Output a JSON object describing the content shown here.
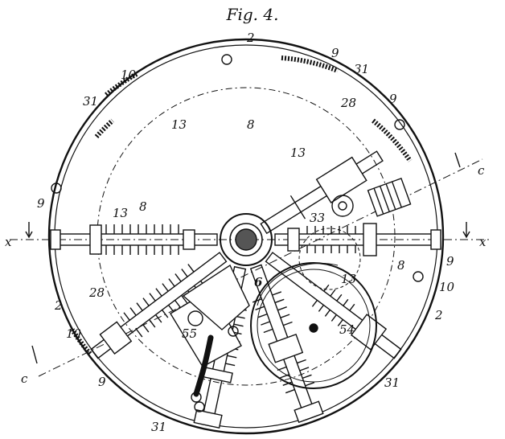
{
  "figure": {
    "caption": "Fig. 4.",
    "ink_color": "#111111",
    "paper_color": "#ffffff"
  },
  "labels": {
    "l2_top": "2",
    "l2_left": "2",
    "l2_right": "2",
    "l6": "6",
    "l8_upper": "8",
    "l8_left": "8",
    "l8_right": "8",
    "l9_top": "9",
    "l9_upper_right": "9",
    "l9_left": "9",
    "l9_right": "9",
    "l9_bottom": "9",
    "l10_top": "10",
    "l10_left": "10",
    "l10_right": "10",
    "l13_upper": "13",
    "l13_center": "13",
    "l13_left": "13",
    "l13_right": "13",
    "l28_top": "28",
    "l28_left": "28",
    "l31_top_left": "31",
    "l31_top_right": "31",
    "l31_bottom_right": "31",
    "l31_bottom": "31",
    "l33": "33",
    "l54": "54",
    "l55": "55",
    "x_left": "x",
    "x_right": "x",
    "c_upper_right": "c",
    "c_lower_left": "c"
  }
}
